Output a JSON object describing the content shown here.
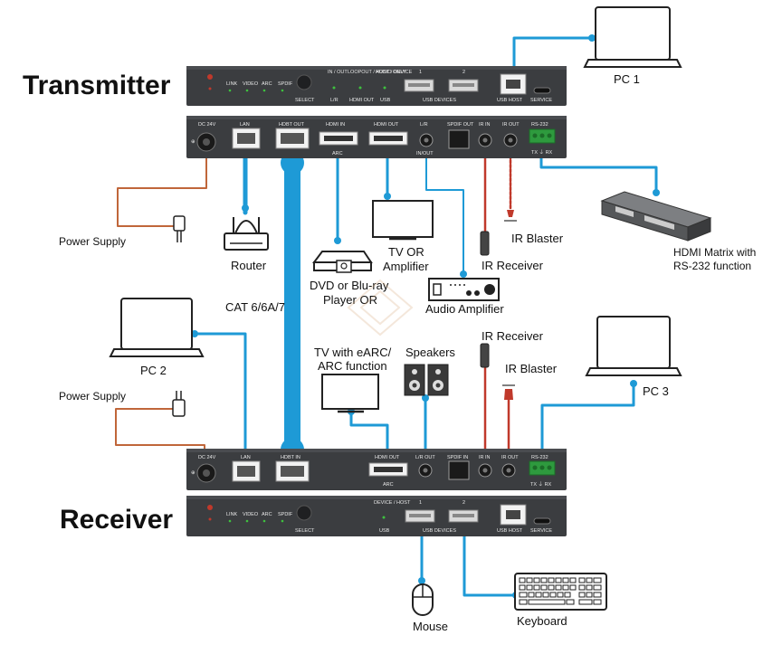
{
  "titles": {
    "transmitter": "Transmitter",
    "receiver": "Receiver"
  },
  "transmitter_front": {
    "leds": [
      "LINK",
      "VIDEO",
      "ARC",
      "SPDIF"
    ],
    "select": "SELECT",
    "in_out_top": "IN / OUT",
    "in_out_bottom": "L/R",
    "loop_top": "LOOPOUT / AUDIO ONLY",
    "loop_bottom": "HDMI OUT",
    "host_top": "HOST / DEVICE",
    "host_bottom": "USB",
    "usb1": "1",
    "usb2": "2",
    "usb_devices": "USB DEVICES",
    "usb_host": "USB HOST",
    "service": "SERVICE"
  },
  "transmitter_rear": {
    "dc": "DC 24V",
    "lan": "LAN",
    "hdbt": "HDBT OUT",
    "hdmi_in": "HDMI IN",
    "arc": "ARC",
    "hdmi_out": "HDMI OUT",
    "lr": "L/R",
    "in_out": "IN/OUT",
    "spdif_out": "SPDIF OUT",
    "ir_in": "IR IN",
    "ir_out": "IR OUT",
    "rs232": "RS-232",
    "txrx": "TX ⏚ RX"
  },
  "receiver_rear": {
    "dc": "DC 24V",
    "lan": "LAN",
    "hdbt": "HDBT IN",
    "hdmi_out": "HDMI OUT",
    "arc": "ARC",
    "lr": "L/R OUT",
    "spdif_in": "SPDIF IN",
    "ir_in": "IR IN",
    "ir_out": "IR OUT",
    "rs232": "RS-232",
    "txrx": "TX ⏚ RX"
  },
  "receiver_front": {
    "leds": [
      "LINK",
      "VIDEO",
      "ARC",
      "SPDIF"
    ],
    "select": "SELECT",
    "device_top": "DEVICE / HOST",
    "device_bottom": "USB",
    "usb1": "1",
    "usb2": "2",
    "usb_devices": "USB DEVICES",
    "usb_host": "USB HOST",
    "service": "SERVICE"
  },
  "devices": {
    "pc1": "PC 1",
    "pc2": "PC 2",
    "pc3": "PC 3",
    "power_supply_top": "Power Supply",
    "power_supply_bottom": "Power Supply",
    "router": "Router",
    "cat": "CAT 6/6A/7",
    "dvd_line1": "DVD or Blu-ray",
    "dvd_line2": "Player OR",
    "tv_amp_line1": "TV OR",
    "tv_amp_line2": "Amplifier",
    "audio_amp": "Audio Amplifier",
    "ir_receiver_top": "IR Receiver",
    "ir_blaster_top": "IR Blaster",
    "matrix_line1": "HDMI Matrix with",
    "matrix_line2": "RS-232 function",
    "tv_earc_line1": "TV with eARC/",
    "tv_earc_line2": "ARC function",
    "speakers": "Speakers",
    "ir_receiver_bottom": "IR Receiver",
    "ir_blaster_bottom": "IR Blaster",
    "mouse": "Mouse",
    "keyboard": "Keyboard"
  },
  "colors": {
    "cable_blue": "#1e9ad6",
    "cable_red": "#c0392b",
    "power_cable": "#c0663a",
    "panel": "#3b3d40",
    "panel_dark": "#2a2c2e"
  }
}
